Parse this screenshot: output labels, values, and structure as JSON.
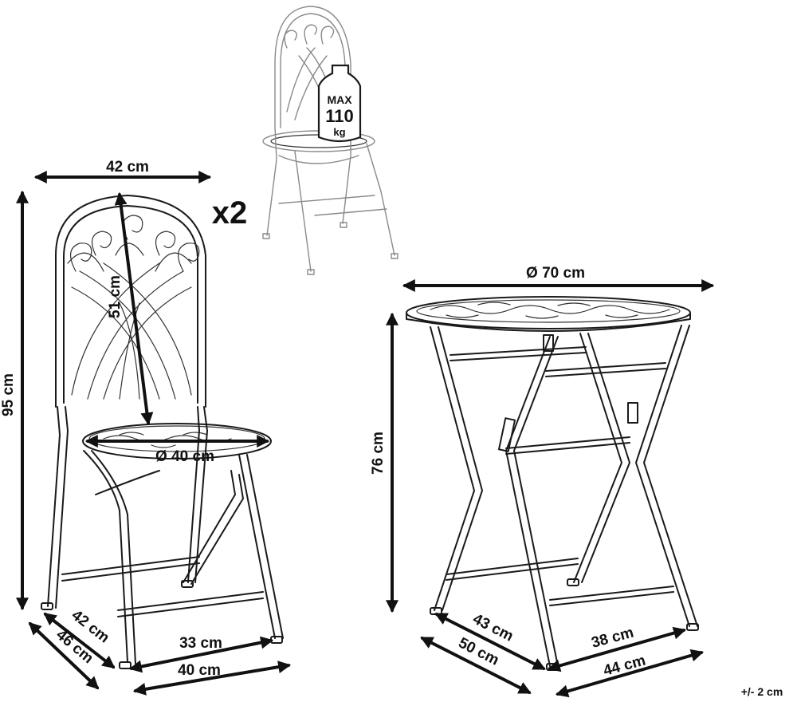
{
  "chair": {
    "width": "42 cm",
    "height": "95 cm",
    "backrest": "51 cm",
    "seat_diameter": "Ø 40 cm",
    "depth_inner": "42 cm",
    "depth_outer": "46 cm",
    "front_inner": "33 cm",
    "front_outer": "40 cm",
    "quantity": "x2"
  },
  "load": {
    "max_label": "MAX",
    "max_value": "110",
    "max_unit": "kg"
  },
  "table": {
    "diameter": "Ø 70 cm",
    "height": "76 cm",
    "depth_inner": "43 cm",
    "depth_outer": "50 cm",
    "front_inner": "38 cm",
    "front_outer": "44 cm"
  },
  "tolerance": "+/- 2 cm"
}
